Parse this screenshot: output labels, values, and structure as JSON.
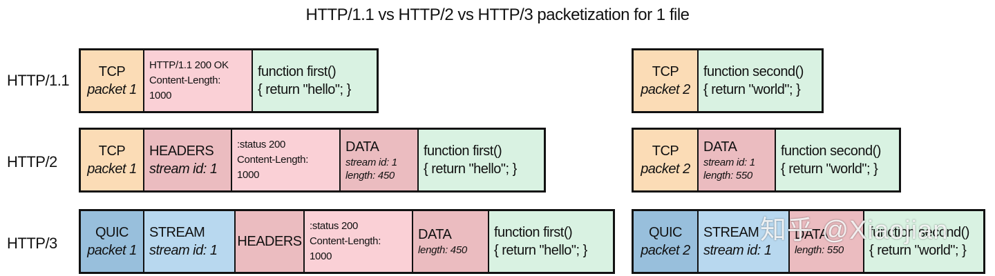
{
  "title": "HTTP/1.1 vs HTTP/2 vs HTTP/3 packetization for 1 file",
  "rows": {
    "http11": {
      "label": "HTTP/1.1",
      "p1": {
        "proto": "TCP",
        "pkt": "packet 1",
        "status_line": "HTTP/1.1 200 OK",
        "cl_label": "Content-Length:",
        "cl_value": "1000",
        "code1": "function first()",
        "code2": "{ return \"hello\"; }"
      },
      "p2": {
        "proto": "TCP",
        "pkt": "packet 2",
        "code1": "function second()",
        "code2": "{ return \"world\"; }"
      }
    },
    "http2": {
      "label": "HTTP/2",
      "p1": {
        "proto": "TCP",
        "pkt": "packet 1",
        "headers": "HEADERS",
        "headers_sid": "stream id: 1",
        "status": ":status 200",
        "cl_label": "Content-Length:",
        "cl_value": "1000",
        "data": "DATA",
        "data_sid": "stream id: 1",
        "data_len": "length: 450",
        "code1": "function first()",
        "code2": "{ return \"hello\"; }"
      },
      "p2": {
        "proto": "TCP",
        "pkt": "packet 2",
        "data": "DATA",
        "data_sid": "stream id: 1",
        "data_len": "length: 550",
        "code1": "function second()",
        "code2": "{ return \"world\"; }"
      }
    },
    "http3": {
      "label": "HTTP/3",
      "p1": {
        "proto": "QUIC",
        "pkt": "packet 1",
        "stream": "STREAM",
        "stream_sid": "stream id: 1",
        "headers": "HEADERS",
        "status": ":status 200",
        "cl_label": "Content-Length:",
        "cl_value": "1000",
        "data": "DATA",
        "data_len": "length: 450",
        "code1": "function first()",
        "code2": "{ return \"hello\"; }"
      },
      "p2": {
        "proto": "QUIC",
        "pkt": "packet 2",
        "stream": "STREAM",
        "stream_sid": "stream id: 1",
        "data": "DATA",
        "data_len": "length: 550",
        "code1": "function second()",
        "code2": "{ return \"world\"; }"
      }
    }
  },
  "watermark": "知乎 @Xiaojian",
  "colors": {
    "tcp": "#fbdcb6",
    "quic": "#98bfdc",
    "stream": "#b8d8ef",
    "headers": "#ebbcc0",
    "metadata": "#fad0d6",
    "data": "#ebbcc0",
    "body": "#d9f2e2"
  }
}
